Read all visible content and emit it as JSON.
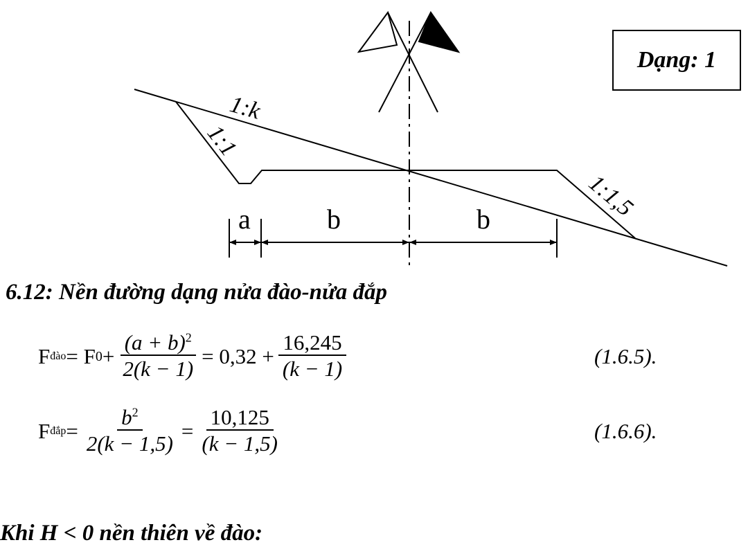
{
  "diagram": {
    "slope_ground": "1:k",
    "slope_cut": "1:1",
    "slope_fill": "1:1,5",
    "dim_a": "a",
    "dim_b_left": "b",
    "dim_b_right": "b"
  },
  "type_box": "Dạng: 1",
  "caption": "6.12: Nền đường dạng nửa đào-nửa đắp",
  "formula1": {
    "lhs_F": "F",
    "lhs_sub": "đào",
    "eq1": " = F",
    "f0_sub": "0",
    "plus1": " + ",
    "num1_a": "(a + b)",
    "num1_exp": "2",
    "den1": "2(k − 1)",
    "eq2": " = 0,32 + ",
    "num2": "16,245",
    "den2": "(k − 1)",
    "number": "(1.6.5)."
  },
  "formula2": {
    "lhs_F": "F",
    "lhs_sub": "đắp",
    "eq1": " = ",
    "num1_b": "b",
    "num1_exp": "2",
    "den1": "2(k − 1,5)",
    "eq2": " = ",
    "num2": "10,125",
    "den2": "(k − 1,5)",
    "number": "(1.6.6)."
  },
  "note": "Khi H  < 0 nền thiên về đào:"
}
